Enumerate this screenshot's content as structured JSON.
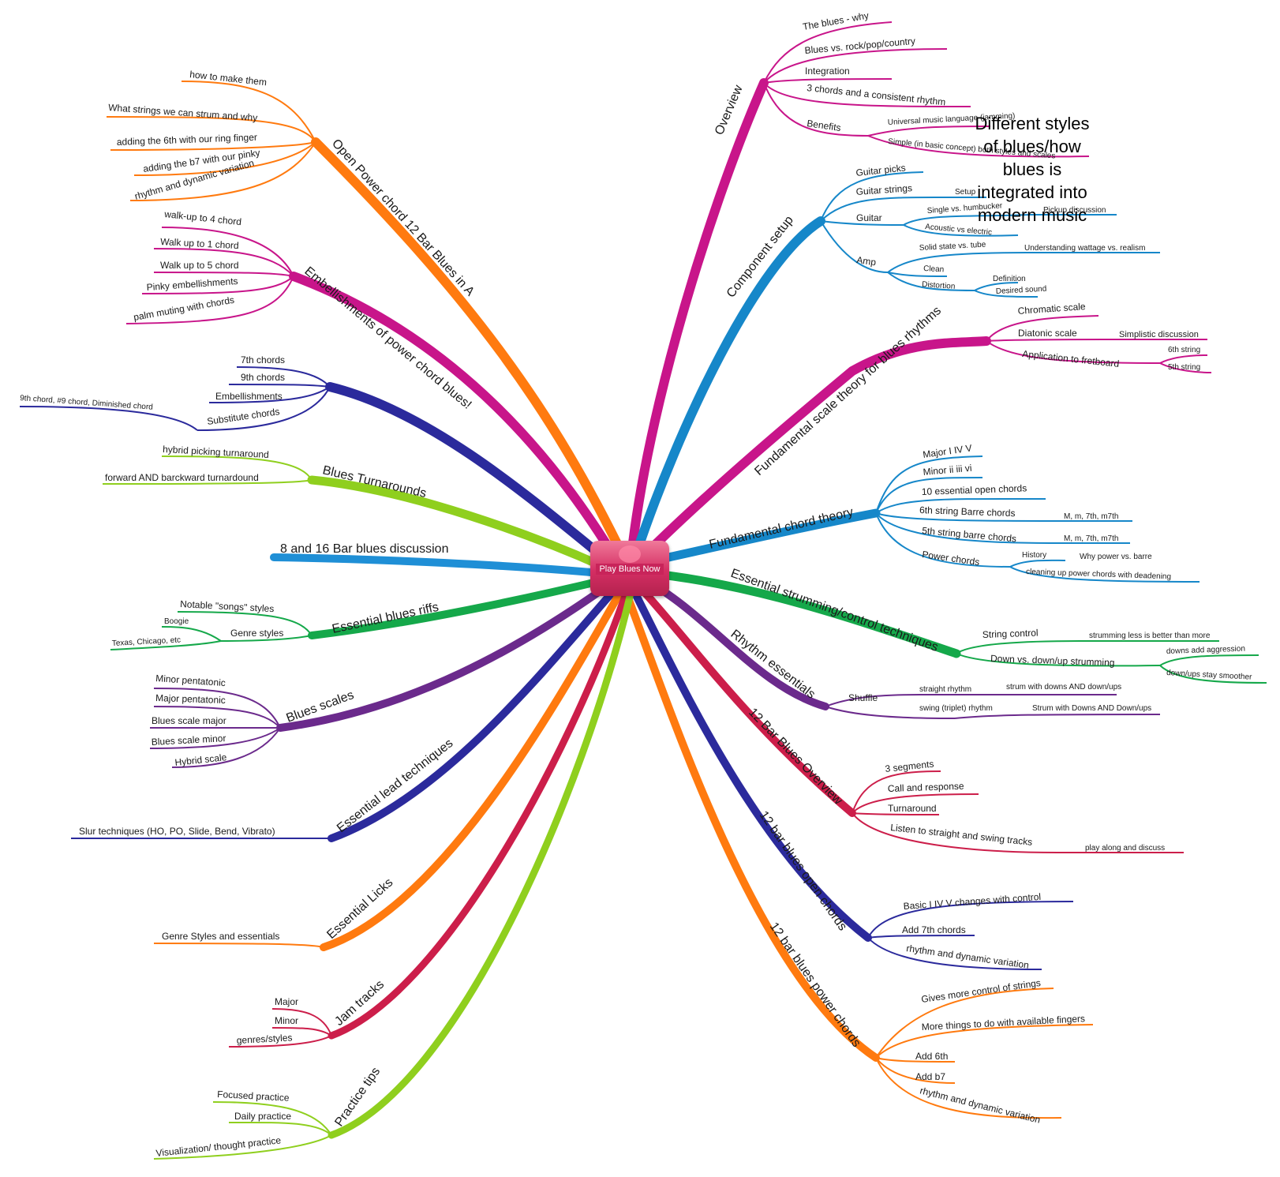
{
  "center": {
    "label": "Play Blues Now"
  },
  "overlay_note": "Different styles of blues/how blues is integrated into modern music",
  "colors": {
    "magenta": "#c8158a",
    "blue": "#1687c9",
    "green": "#15a84a",
    "purple": "#6b2a8c",
    "crimson": "#cc1e4a",
    "navy": "#2b2a9c",
    "orange": "#ff7a0f",
    "lime": "#8fcf1e",
    "sky": "#1f8fd6"
  },
  "right_branches": [
    {
      "label": "Overview",
      "children": [
        "The blues - why",
        "Blues vs. rock/pop/country",
        "Integration",
        "3 chords and a consistent rhythm",
        "Benefits"
      ],
      "sub": [
        "Universal music language (jamming)",
        "Simple (in basic concept) both styles and scales"
      ]
    },
    {
      "label": "Component setup",
      "children": [
        "Guitar picks",
        "Guitar strings",
        "Guitar",
        "Amp"
      ],
      "sub": [
        "Setup",
        "Single vs. humbucker",
        "Pickup discussion",
        "Acoustic vs electric",
        "Solid state vs. tube",
        "Understanding wattage vs. realism",
        "Clean",
        "Distortion",
        "Definition",
        "Desired sound"
      ]
    },
    {
      "label": "Fundamental scale theory for blues rhythms",
      "children": [
        "Chromatic scale",
        "Diatonic scale",
        "Application to fretboard"
      ],
      "sub": [
        "Simplistic discussion",
        "6th string",
        "5th string"
      ]
    },
    {
      "label": "Fundamental chord theory",
      "children": [
        "Major I IV V",
        "Minor ii iii vi",
        "10 essential open chords",
        "6th string Barre chords",
        "5th string barre chords",
        "Power chords"
      ],
      "sub": [
        "M, m, 7th, m7th",
        "M, m, 7th, m7th",
        "History",
        "Why power vs. barre",
        "cleaning up power chords with deadening"
      ]
    },
    {
      "label": "Essential strumming/control techniques",
      "children": [
        "String control",
        "Down vs. down/up strumming"
      ],
      "sub": [
        "strumming less is better than more",
        "downs add aggression",
        "down/ups stay smoother"
      ]
    },
    {
      "label": "Rhythm essentials",
      "children": [
        "Shuffle"
      ],
      "sub": [
        "straight rhythm",
        "swing (triplet) rhythm",
        "strum with downs AND down/ups",
        "Strum with Downs AND Down/ups"
      ]
    },
    {
      "label": "12 Bar Blues Overview",
      "children": [
        "3 segments",
        "Call and response",
        "Turnaround",
        "Listen to straight and swing tracks"
      ],
      "sub": [
        "play along and discuss"
      ]
    },
    {
      "label": "12 bar blues open chords",
      "children": [
        "Basic I IV V changes with control",
        "Add 7th chords",
        "rhythm and dynamic variation"
      ]
    },
    {
      "label": "12 bar blues power chords",
      "children": [
        "Gives more control of strings",
        "More things to do with available fingers",
        "Add 6th",
        "Add b7",
        "rhythm and dynamic variation"
      ]
    }
  ],
  "left_branches": [
    {
      "label": "Open Power chord 12 Bar Blues in A",
      "children": [
        "how to make them",
        "What strings we can strum and why",
        "adding the 6th with our ring finger",
        "adding the b7 with our pinky",
        "rhythm and dynamic variation"
      ]
    },
    {
      "label": "Embellishments of power chord blues!",
      "children": [
        "walk-up to 4 chord",
        "Walk up to 1 chord",
        "Walk up to 5 chord",
        "Pinky embellishments",
        "palm muting with chords"
      ]
    },
    {
      "label": "",
      "children": [
        "7th chords",
        "9th chords",
        "Embellishments",
        "Substitute chords"
      ],
      "sub": [
        "9th chord, #9 chord, Diminished chord"
      ]
    },
    {
      "label": "Blues Turnarounds",
      "children": [
        "hybrid picking turnaround",
        "forward AND barckward turnardound"
      ]
    },
    {
      "label": "8 and 16 Bar blues discussion",
      "children": []
    },
    {
      "label": "Essential blues riffs",
      "children": [
        "Notable \"songs\" styles",
        "Genre styles"
      ],
      "sub": [
        "Boogie",
        "Texas, Chicago, etc"
      ]
    },
    {
      "label": "Blues scales",
      "children": [
        "Minor pentatonic",
        "Major pentatonic",
        "Blues scale major",
        "Blues scale minor",
        "Hybrid scale"
      ]
    },
    {
      "label": "Essential lead techniques",
      "children": [
        "Slur techniques (HO, PO, Slide, Bend, Vibrato)"
      ]
    },
    {
      "label": "Essential Licks",
      "children": [
        "Genre Styles and essentials"
      ]
    },
    {
      "label": "Jam tracks",
      "children": [
        "Major",
        "Minor",
        "genres/styles"
      ]
    },
    {
      "label": "Practice tips",
      "children": [
        "Focused practice",
        "Daily practice",
        "Visualization/ thought practice"
      ]
    }
  ]
}
